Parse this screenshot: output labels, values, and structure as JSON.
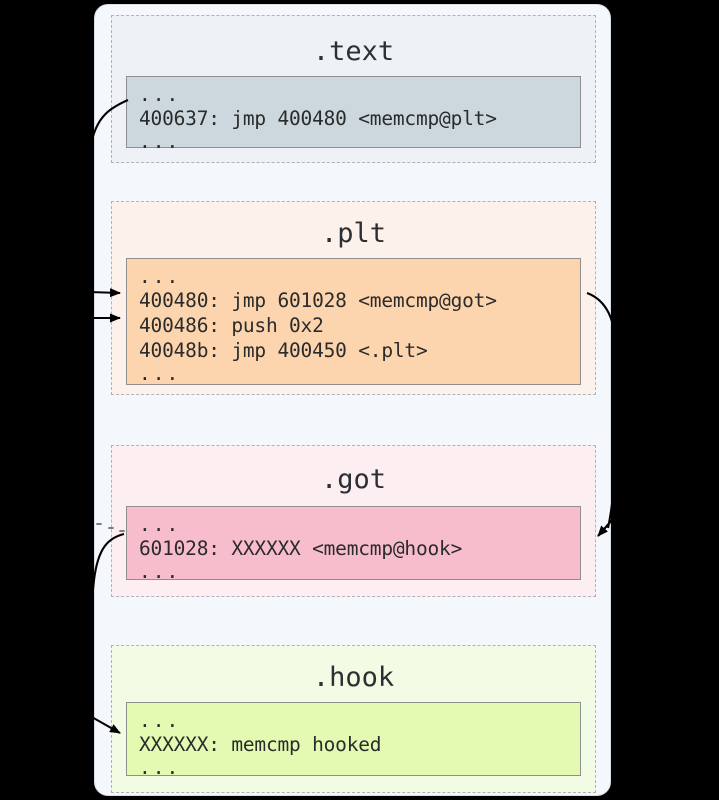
{
  "diagram": {
    "title_semantic": "plt-got-hooking-flow",
    "background_color": "#000000",
    "container_color": "#f4f7fb"
  },
  "sections": [
    {
      "id": "text",
      "title": ".text",
      "section_bg": "#eef2f7",
      "box_bg": "#ccd8de",
      "lines": [
        "...",
        "400637: jmp 400480 <memcmp@plt>",
        "..."
      ]
    },
    {
      "id": "plt",
      "title": ".plt",
      "section_bg": "#fdf1eb",
      "box_bg": "#fcd5af",
      "lines": [
        "...",
        "400480: jmp 601028 <memcmp@got>",
        "400486: push 0x2",
        "40048b: jmp 400450 <.plt>",
        "..."
      ]
    },
    {
      "id": "got",
      "title": ".got",
      "section_bg": "#fdeef1",
      "box_bg": "#f7bdcc",
      "lines": [
        "...",
        "601028: XXXXXX <memcmp@hook>",
        "..."
      ]
    },
    {
      "id": "hook",
      "title": ".hook",
      "section_bg": "#f2fbe3",
      "box_bg": "#e4fab2",
      "lines": [
        "...",
        "XXXXXX: memcmp hooked",
        "..."
      ]
    }
  ],
  "connectors": [
    {
      "name": "text-to-plt",
      "from": ".text",
      "to": ".plt",
      "arrow": true
    },
    {
      "name": "plt-second-entry",
      "from": ".plt",
      "to": ".plt",
      "arrow": true
    },
    {
      "name": "plt-to-got",
      "from": ".plt",
      "to": ".got",
      "arrow": true
    },
    {
      "name": "got-to-hook",
      "from": ".got",
      "to": ".hook",
      "arrow": true
    }
  ]
}
